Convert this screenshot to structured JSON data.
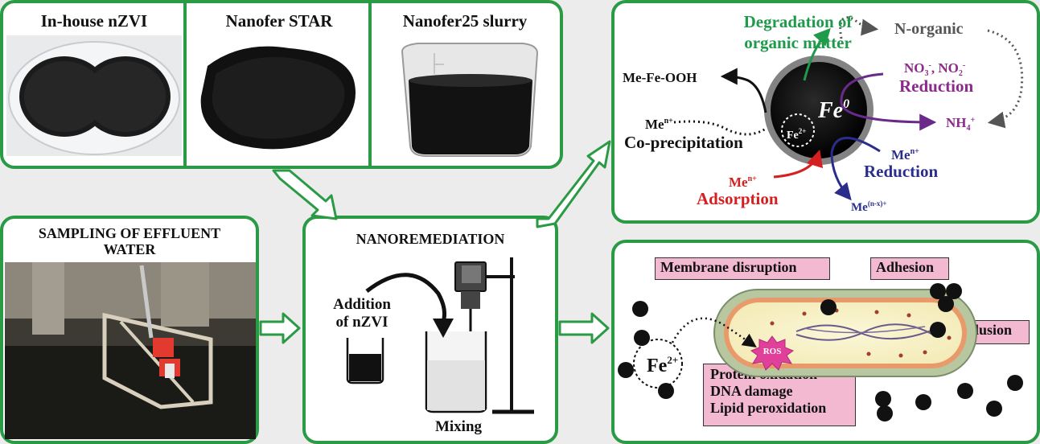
{
  "photos": {
    "inhouse_title": "In-house nZVI",
    "nanofer_star_title": "Nanofer STAR",
    "nanofer25_title": "Nanofer25 slurry"
  },
  "sampling": {
    "title_line1": "SAMPLING OF EFFLUENT",
    "title_line2": "WATER"
  },
  "nanoremediation": {
    "title": "NANOREMEDIATION",
    "addition_line1": "Addition",
    "addition_line2": "of nZVI",
    "mixing": "Mixing"
  },
  "mechanisms": {
    "degradation_line1": "Degradation of",
    "degradation_line2": "organic matter",
    "n_organic": "N-organic",
    "no3": "NO",
    "no3_sub": "3",
    "no3_sup": "-",
    "comma": ", NO",
    "no2_sub": "2",
    "no2_sup": "-",
    "reduction1": "Reduction",
    "me_fe_ooh": "Me-Fe-OOH",
    "me": "Me",
    "me_sup": "n+",
    "coprecipitation": "Co-precipitation",
    "fe0": "Fe",
    "fe0_sup": "0",
    "fe2": "Fe",
    "fe2_sup": "2+",
    "nh4": "NH",
    "nh4_sub": "4",
    "nh4_sup": "+",
    "adsorption": "Adsorption",
    "reduction2": "Reduction",
    "me_nx": "Me",
    "me_nx_sup": "(n-x)+"
  },
  "bacteria": {
    "membrane": "Membrane disruption",
    "adhesion": "Adhesion",
    "inclusion": "Inclusion",
    "fe2": "Fe",
    "fe2_sup": "2+",
    "ros": "ROS",
    "protein": "Protein oxidation",
    "dna": "DNA damage",
    "lipid": "Lipid peroxidation"
  },
  "colors": {
    "frame_green": "#2a9a45",
    "degradation_green": "#1e9a4a",
    "nitrate_purple": "#8b2a8b",
    "adsorption_red": "#d42020",
    "reduction_blue": "#2a2e8a",
    "label_pink": "#f3b9d0"
  }
}
